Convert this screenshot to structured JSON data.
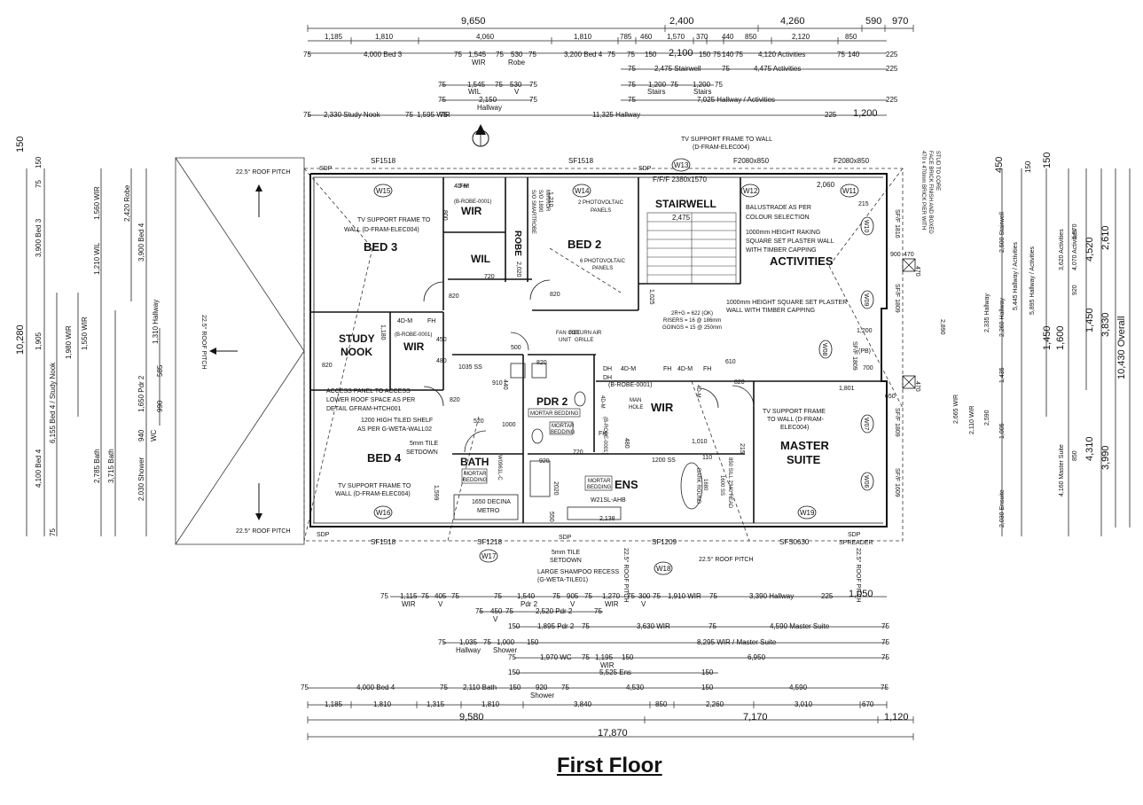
{
  "title": "First Floor",
  "dims_top": {
    "r1": [
      "9,650",
      "2,400",
      "4,260",
      "590",
      "970"
    ],
    "r2": [
      "1,185",
      "1,810",
      "4,060",
      "1,810",
      "785",
      "460",
      "1,570",
      "370",
      "440",
      "850",
      "2,120",
      "850"
    ],
    "r3": [
      "75",
      "4,000 Bed 3",
      "75",
      "1,545",
      "WIR",
      "75",
      "530",
      "Robe",
      "75",
      "3,200 Bed 4",
      "75",
      "75",
      "150",
      "2,100",
      "150",
      "75",
      "140",
      "75",
      "4,120 Activities",
      "75",
      "140",
      "225"
    ],
    "r4": [
      "75",
      "2,475 Stairwell",
      "75",
      "4,475 Activities",
      "225"
    ],
    "r5": [
      "75",
      "1,545",
      "WIL",
      "75",
      "530",
      "V",
      "75",
      "75",
      "1,200",
      "Stairs",
      "75",
      "1,200",
      "Stairs",
      "75"
    ],
    "r6": [
      "75",
      "2,150",
      "Hallway",
      "75",
      "75",
      "7,025 Hallway / Activities",
      "225"
    ],
    "r7": [
      "75",
      "2,330 Study Nook",
      "75",
      "1,595 WIR",
      "75",
      "11,325 Hallway",
      "225",
      "1,200"
    ]
  },
  "dims_bottom": {
    "r1": [
      "75",
      "1,115",
      "WIR",
      "75",
      "405",
      "V",
      "75",
      "75",
      "1,540",
      "Pdr 2",
      "75",
      "905",
      "V",
      "75",
      "1,270",
      "WIR",
      "75",
      "300",
      "V",
      "75",
      "1,910 WIR",
      "75",
      "3,390 Hallway",
      "225",
      "1,050"
    ],
    "r2": [
      "75",
      "450",
      "V",
      "75",
      "2,520 Pdr 2",
      "75"
    ],
    "r3": [
      "150",
      "1,895 Pdr 2",
      "75",
      "3,630 WIR",
      "75",
      "4,590 Master Suite",
      "75"
    ],
    "r4": [
      "75",
      "1,035",
      "Hallway",
      "75",
      "1,000",
      "Shower",
      "150",
      "8,295 WIR / Master Suite",
      "75"
    ],
    "r5": [
      "75",
      "1,970 WC",
      "75",
      "1,195",
      "WIR",
      "150",
      "6,950",
      "75"
    ],
    "r6": [
      "150",
      "5,525 Ens",
      "150"
    ],
    "r7": [
      "75",
      "4,000 Bed 4",
      "75",
      "2,110 Bath",
      "150",
      "920",
      "Shower",
      "75",
      "4,530",
      "150",
      "4,590",
      "75"
    ],
    "r8": [
      "1,185",
      "1,810",
      "1,315",
      "1,810",
      "3,840",
      "850",
      "2,260",
      "3,010",
      "670"
    ],
    "r9": [
      "9,580",
      "7,170",
      "1,120"
    ],
    "r10": [
      "17,870"
    ]
  },
  "dims_left": [
    "150",
    "10,280",
    "150",
    "6,155 Bed 4 / Study Nook",
    "4,100 Bed 4",
    "3,900 Bed 3",
    "1,905",
    "1,980 WIR",
    "75",
    "2,785 Bath",
    "1,210 WIL",
    "1,560 WIR",
    "1,550 WIR",
    "3,715 Bath",
    "2,420 Robe",
    "3,900 Bed 4",
    "2,030 Shower",
    "1,310 Hallway",
    "1,650 Pdr 2",
    "WC",
    "940",
    "990",
    "585",
    "75"
  ],
  "dims_right": [
    "150",
    "450",
    "1,450",
    "1,600",
    "150",
    "4,520",
    "2,610",
    "3,830",
    "10,430 Overall",
    "4,310",
    "3,990",
    "1,450",
    "2,500 Stairwell",
    "2,335 Hallway",
    "2,260 Hallway",
    "5,445 Hallway / Activities",
    "5,895 Hallway / Activities",
    "3,620 Activities",
    "4,070 Activities",
    "2,665 WIR",
    "2,110 WIR",
    "2,590",
    "2,030 Ensuite",
    "4,160 Master Suite",
    "1,570",
    "920",
    "850",
    "1,435",
    "1,005"
  ],
  "rooms": {
    "bed3": "BED 3",
    "wir1": "WIR",
    "wil": "WIL",
    "robe": "ROBE",
    "bed2": "BED 2",
    "stairwell": "STAIRWELL",
    "activities": "ACTIVITIES",
    "study": "STUDY",
    "nook": "NOOK",
    "wir2": "WIR",
    "pdr2": "PDR 2",
    "wir3": "WIR",
    "master": "MASTER",
    "suite": "SUITE",
    "bed4": "BED 4",
    "bath": "BATH",
    "ens": "ENS"
  },
  "windows": [
    "W15",
    "W14",
    "W13",
    "W12",
    "W11",
    "W10",
    "W09",
    "W08",
    "W07",
    "W06",
    "W16",
    "W17",
    "W18",
    "W19"
  ],
  "labels": {
    "sf1518a": "SF1518",
    "sf1518b": "SF1518",
    "sf1518c": "SF1518",
    "sf1218": "SF1218",
    "sf1209": "SF1209",
    "sfs0630": "SFS0630",
    "sdp1": "SDP",
    "sdp2": "SDP",
    "sdp3": "SDP",
    "sdp4": "SDP",
    "sdp5": "SDP",
    "spreader": "SPREADER",
    "ff2380": "F/F/F 2380x1570",
    "f2080a": "F2080x850",
    "f2080b": "F2080x850",
    "sff1816": "SF/F 1816",
    "sff1809a": "SF/F 1809",
    "sff1809b": "SF/F 1809",
    "sff1809c": "SF/F 1809",
    "sff1609": "SF/F 1609",
    "roof1": "22.5° ROOF PITCH",
    "roof2": "22.5° ROOF PITCH",
    "roof3": "22.5° ROOF PITCH",
    "roof4": "22.5° ROOF PITCH",
    "roof5": "22.5° ROOF PITCH",
    "roof6": "22.5° ROOF PITCH",
    "tv1a": "TV SUPPORT FRAME TO",
    "tv1b": "WALL (D-FRAM-ELEC004)",
    "tv2a": "TV SUPPORT FRAME TO WALL",
    "tv2b": "(D-FRAM-ELEC004)",
    "tv3a": "TV SUPPORT FRAME",
    "tv3b": "TO WALL (D-FRAM-",
    "tv3c": "ELEC004)",
    "tv4a": "TV SUPPORT FRAME TO",
    "tv4b": "WALL (D-FRAM-ELEC004)",
    "bal1": "BALUSTRADE AS PER",
    "bal2": "COLOUR SELECTION",
    "raking1": "1000mm HEIGHT RAKING",
    "raking2": "SQUARE SET PLASTER WALL",
    "raking3": "WITH TIMBER CAPPING",
    "sq1": "1000mm HEIGHT SQUARE SET PLASTER",
    "sq2": "WALL WITH TIMBER CAPPING",
    "brick1": "470 x 470mm BRICK PIER WITH",
    "brick2": "FACE BRICK FINISH AND BOXED",
    "brick3": "STUD TO CORE",
    "access1": "ACCESS PANEL TO ACCESS",
    "access2": "LOWER ROOF SPACE AS PER",
    "access3": "DETAIL GFRAM-HTCH001",
    "shelf1": "1200 HIGH TILED SHELF",
    "shelf2": "AS PER G-WETA-WALL02",
    "tile1a": "5mm TILE",
    "tile1b": "SETDOWN",
    "tile2a": "5mm TILE",
    "tile2b": "SETDOWN",
    "shampoo1": "LARGE SHAMPOO RECESS",
    "shampoo2": "(G-WETA-TILE01)",
    "stair1": "2R+G = 622 (OK)",
    "stair2": "RISERS = 16 @ 186mm",
    "stair3": "GOINGS = 15 @ 250mm",
    "pv1a": "2 PHOTOVOLTAIC",
    "pv1b": "PANELS",
    "pv2a": "6 PHOTOVOLTAIC",
    "pv2b": "PANELS",
    "smart1": "S/O SMARTROBE",
    "smart2": "S/O 1890",
    "smart3": "MIRROR",
    "mortar1": "MORTAR BEDDING",
    "mortar2": "MORTAR",
    "mortar2b": "BEDDING",
    "mortar3": "MORTAR",
    "mortar3b": "BEDDING",
    "mortar4": "MORTAR",
    "mortar4b": "BEDDING",
    "brobe1": "(B-ROBE-0001)",
    "brobe2": "(B-ROBE-0001)",
    "brobe3": "(B-ROBE-0001)",
    "brobe4": "(B-ROBE-0001)",
    "fancoil1": "FAN COIL",
    "fancoil2": "UNIT",
    "return1": "RETURN AIR",
    "return2": "GRILLE",
    "manhole1": "MAN",
    "manhole2": "HOLE",
    "decina1": "1650 DECINA",
    "decina2": "METRO",
    "w21": "W21SL-AHB",
    "w0961": "W0961L-C",
    "dark1": "DARK ROUND",
    "dark2": "1680",
    "ss1": "1035 SS",
    "ss2": "1200 SS",
    "ss3": "1600 SS",
    "sill": "850 SILL 2340 HEAD",
    "dh1": "DH",
    "dh2": "DH",
    "fh1": "FH",
    "fh2": "FH",
    "fh3": "FH",
    "fh4": "FH",
    "fh5": "FH",
    "m4d1": "4D-M",
    "m4d2": "4D-M",
    "m4d3": "4D-M",
    "m4d4": "4D-M",
    "m4d5": "4D-M",
    "m4d6": "4D-M",
    "pb": "(PB)",
    "n2475": "2,475",
    "n2060": "2,060",
    "n1200": "1,200",
    "n1801": "1,801",
    "n1010": "1,010",
    "n2138": "2,138",
    "n500": "500",
    "n820a": "820",
    "n820b": "820",
    "n820c": "820",
    "n820d": "820",
    "n820e": "820",
    "n820f": "820",
    "n720a": "720",
    "n720b": "720",
    "n920a": "920",
    "n920b": "920",
    "n520": "520",
    "n1000": "1000",
    "n1599": "1,599",
    "n1025": "1,025",
    "n2890": "2,890",
    "n470a": "470",
    "n470b": "470",
    "n470c": "470",
    "n900": "900",
    "n650": "650",
    "n700": "700",
    "n215a": "215",
    "n215b": "215",
    "n1180": "1,180",
    "n1210": "1,210",
    "n450": "450",
    "n480": "480",
    "n440": "440",
    "n550": "550",
    "n2020": "2020",
    "n110": "110",
    "n610": "610",
    "n910": "910",
    "n480b": "480",
    "n800": "800",
    "n2020b": "2,020"
  }
}
